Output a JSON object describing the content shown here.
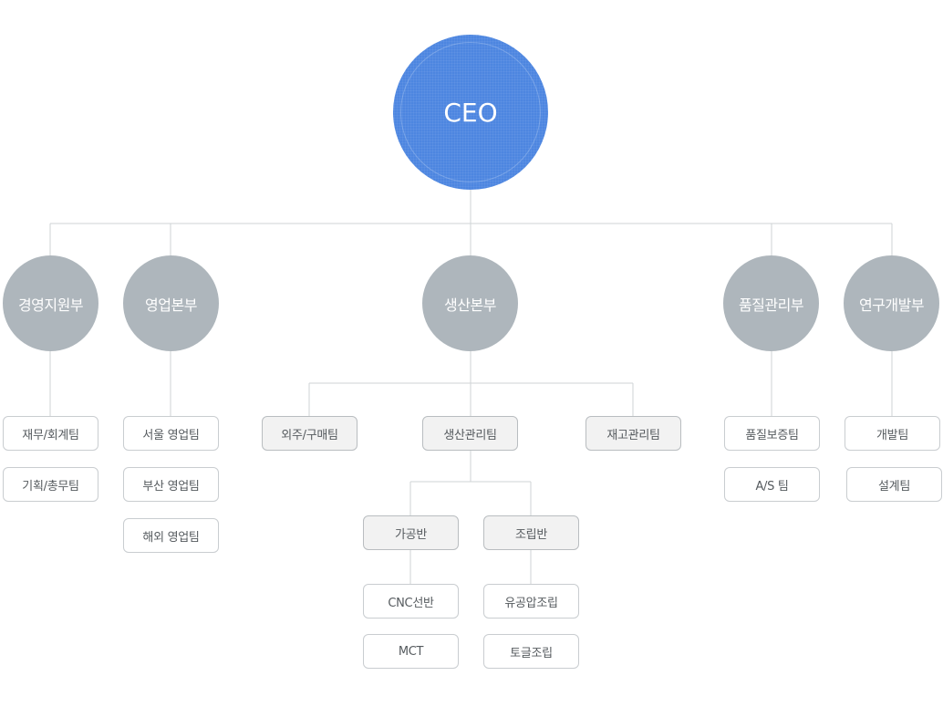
{
  "ceo": "CEO",
  "departments": {
    "management": "경영지원부",
    "sales": "영업본부",
    "production": "생산본부",
    "quality": "품질관리부",
    "research": "연구개발부"
  },
  "management_teams": [
    "재무/회계팀",
    "기획/총무팀"
  ],
  "sales_teams": [
    "서울 영업팀",
    "부산 영업팀",
    "해외 영업팀"
  ],
  "production_teams": {
    "outsourcing": "외주/구매팀",
    "production_mgmt": "생산관리팀",
    "inventory": "재고관리팀"
  },
  "production_units": {
    "machining": "가공반",
    "assembly": "조립반"
  },
  "machining_items": [
    "CNC선반",
    "MCT"
  ],
  "assembly_items": [
    "유공압조립",
    "토글조립"
  ],
  "quality_teams": [
    "품질보증팀",
    "A/S 팀"
  ],
  "research_teams": [
    "개발팀",
    "설계팀"
  ]
}
